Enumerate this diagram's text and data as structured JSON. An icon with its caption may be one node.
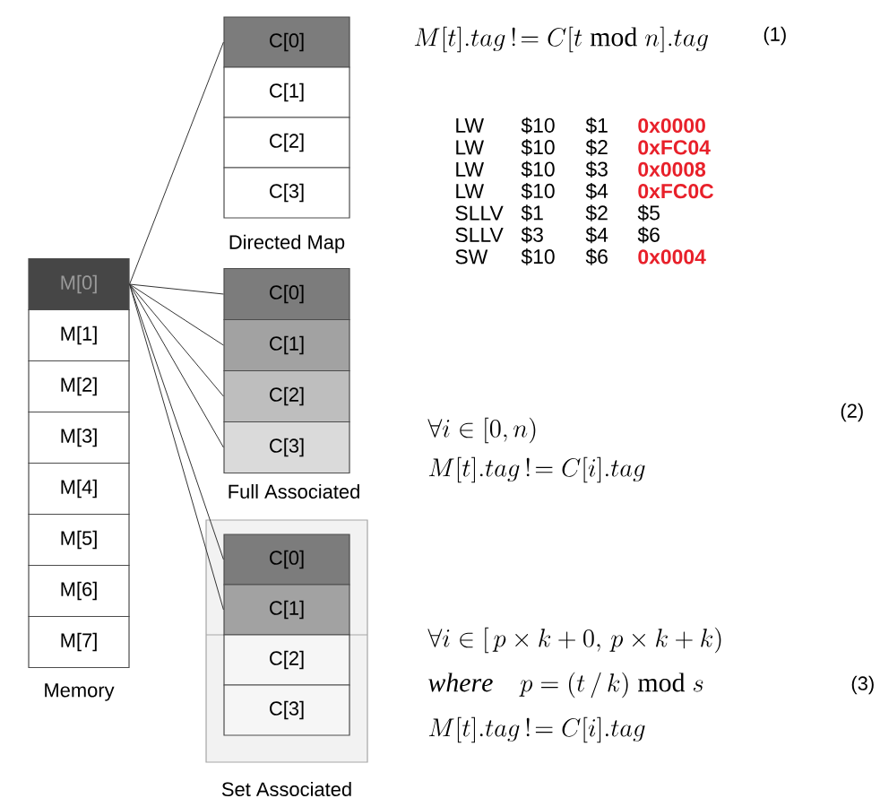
{
  "diagram": {
    "nodes": [
      {
        "text": [
          "M[0]"
        ]
      },
      {
        "text": [
          "M[1]"
        ]
      },
      {
        "text": [
          "M[2]"
        ]
      },
      {
        "text": [
          "M[3]"
        ]
      },
      {
        "text": [
          "M[4]"
        ]
      },
      {
        "text": [
          "M[5]"
        ]
      },
      {
        "text": [
          "M[6]"
        ]
      },
      {
        "text": [
          "M[7]"
        ]
      },
      {
        "text": [
          "C[0]"
        ]
      },
      {
        "text": [
          "C[1]"
        ]
      },
      {
        "text": [
          "C[2]"
        ]
      },
      {
        "text": [
          "C[3]"
        ]
      },
      {
        "text": [
          "C[0]"
        ]
      },
      {
        "text": [
          "C[1]"
        ]
      },
      {
        "text": [
          "C[2]"
        ]
      },
      {
        "text": [
          "C[3]"
        ]
      },
      {
        "text": [],
        "shape": "box"
      },
      {
        "text": [
          "C[0]"
        ],
        "in": 16
      },
      {
        "text": [
          "C[1]"
        ],
        "in": 16
      },
      {
        "text": [
          "C[2]"
        ],
        "in": 16
      },
      {
        "text": [
          "C[3]"
        ],
        "in": 16
      }
    ],
    "edges": [
      {
        "from": 0,
        "to": 8,
        "arrow": "none"
      },
      {
        "from": 0,
        "to": 12,
        "arrow": "none"
      },
      {
        "from": 0,
        "to": 13,
        "arrow": "none"
      },
      {
        "from": 0,
        "to": 14,
        "arrow": "none"
      },
      {
        "from": 0,
        "to": 15,
        "arrow": "none"
      },
      {
        "from": 0,
        "to": 17,
        "arrow": "none"
      },
      {
        "from": 0,
        "to": 18,
        "arrow": "none"
      }
    ],
    "labels": [
      "M[t].tag\\,!\\!=C[t\\bmod n].tag",
      "(1)",
      "LW",
      "$10",
      "$1",
      "0x0000",
      "LW",
      "$10",
      "$2",
      "0xFC04",
      "LW",
      "$10",
      "$3",
      "0x0008",
      "LW",
      "$10",
      "$4",
      "0xFC0C",
      "SLLV",
      "$1",
      "$2",
      "$5",
      "SLLV",
      "$3",
      "$4",
      "$6",
      "SW",
      "$10",
      "$6",
      "0x0004",
      "Directed Map",
      "\\forall i\\in[0,n)",
      "M[t].tag\\,!\\!=C[i].tag",
      "(2)",
      "Full Associated",
      "Memory",
      "\\forall i\\in[\\,p\\times k+0,\\,p\\times k+k)",
      "\\mathit{where}\\quad p=(t\\,/\\,k)\\bmod s",
      "(3)",
      "M[t].tag\\,!\\!=C[i].tag",
      "Set Associated"
    ]
  }
}
